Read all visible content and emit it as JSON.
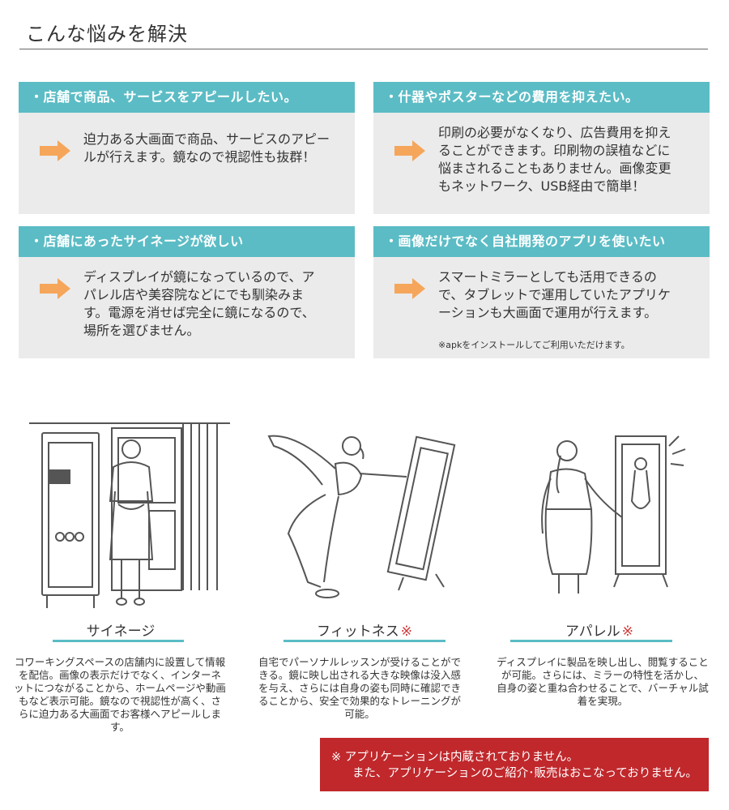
{
  "page": {
    "title": "こんな悩みを解決"
  },
  "cards": [
    {
      "heading": "・店舗で商品、サービスをアピールしたい。",
      "text": "迫力ある大画面で商品、サービスのアピールが行えます。鏡なので視認性も抜群！",
      "note": ""
    },
    {
      "heading": "・什器やポスターなどの費用を抑えたい。",
      "text": "印刷の必要がなくなり、広告費用を抑えることができます。印刷物の誤植などに悩まされることもありません。画像変更もネットワーク、USB経由で簡単！",
      "note": ""
    },
    {
      "heading": "・店舗にあったサイネージが欲しい",
      "text": "ディスプレイが鏡になっているので、アパレル店や美容院などにでも馴染みます。電源を消せば完全に鏡になるので、場所を選びません。",
      "note": ""
    },
    {
      "heading": "・画像だけでなく自社開発のアプリを使いたい",
      "text": "スマートミラーとしても活用できるので、タブレットで運用していたアプリケーションも大画面で運用が行えます。",
      "note": "※apkをインストールしてご利用いただけます。"
    }
  ],
  "features": [
    {
      "title": "サイネージ",
      "mark": "",
      "desc": "コワーキングスペースの店舗内に設置して情報を配信。画像の表示だけでなく、インターネットにつながることから、ホームページや動画もなど表示可能。鏡なので視認性が高く、さらに迫力ある大画面でお客様へアピールします。"
    },
    {
      "title": "フィットネス",
      "mark": "※",
      "desc": "自宅でパーソナルレッスンが受けることができる。鏡に映し出される大きな映像は没入感を与え、さらには自身の姿も同時に確認できることから、安全で効果的なトレーニングが可能。"
    },
    {
      "title": "アパレル",
      "mark": "※",
      "desc": "ディスプレイに製品を映し出し、閲覧することが可能。さらには、ミラーの特性を活かし、自身の姿と重ね合わせることで、バーチャル試着を実現。"
    }
  ],
  "notice": {
    "line1": "※ アプリケーションは内蔵されておりません。",
    "line2": "また、アプリケーションのご紹介･販売はおこなっておりません。"
  },
  "colors": {
    "accent": "#5bbcc5",
    "arrow": "#f5a65b",
    "card_bg": "#ebebeb",
    "notice_bg": "#c0282c",
    "mark": "#d23a3a"
  }
}
